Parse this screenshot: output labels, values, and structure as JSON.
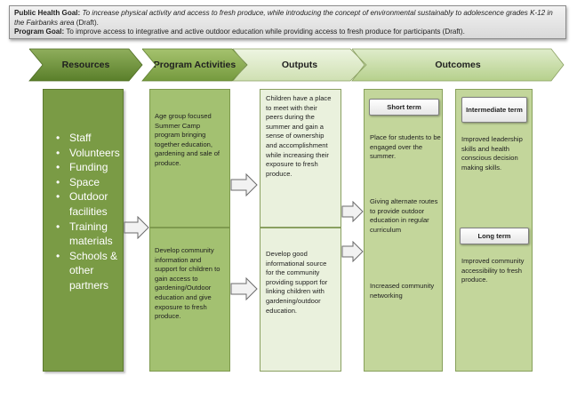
{
  "goals": {
    "public_health_label": "Public Health Goal:",
    "public_health_text": "To increase physical activity and access to fresh produce, while introducing the concept of environmental sustainably to adolescence grades K-12 in the Fairbanks area",
    "public_health_suffix": " (Draft).",
    "program_label": "Program Goal:",
    "program_text": " To improve access to integrative and active outdoor education while providing access to fresh produce for participants (Draft)."
  },
  "headers": {
    "resources": "Resources",
    "program_activities": "Program Activities",
    "outputs": "Outputs",
    "outcomes": "Outcomes"
  },
  "resources": [
    "Staff",
    "Volunteers",
    "Funding",
    "Space",
    "Outdoor facilities",
    "Training materials",
    "Schools & other partners"
  ],
  "program_activities": [
    "Age group focused Summer Camp program bringing together education, gardening and sale of produce.",
    "Develop community information and support for children to gain access to gardening/Outdoor education and give exposure to fresh produce."
  ],
  "outputs": [
    "Children have a place to meet with their peers during the summer and gain a sense of ownership and accomplishment while increasing their exposure to fresh produce.",
    "Develop good informational source for the community providing support for linking children with gardening/outdoor education."
  ],
  "outcomes": {
    "short_term_label": "Short term",
    "short_term_items": [
      "Place for students to be engaged over the summer.",
      "Giving alternate routes to provide outdoor education in regular curriculum",
      "Increased community networking"
    ],
    "intermediate_label": "Intermediate term",
    "intermediate_text": "Improved leadership skills and health conscious decision making skills.",
    "long_term_label": "Long term",
    "long_term_text": "Improved community accessibility to fresh produce."
  }
}
